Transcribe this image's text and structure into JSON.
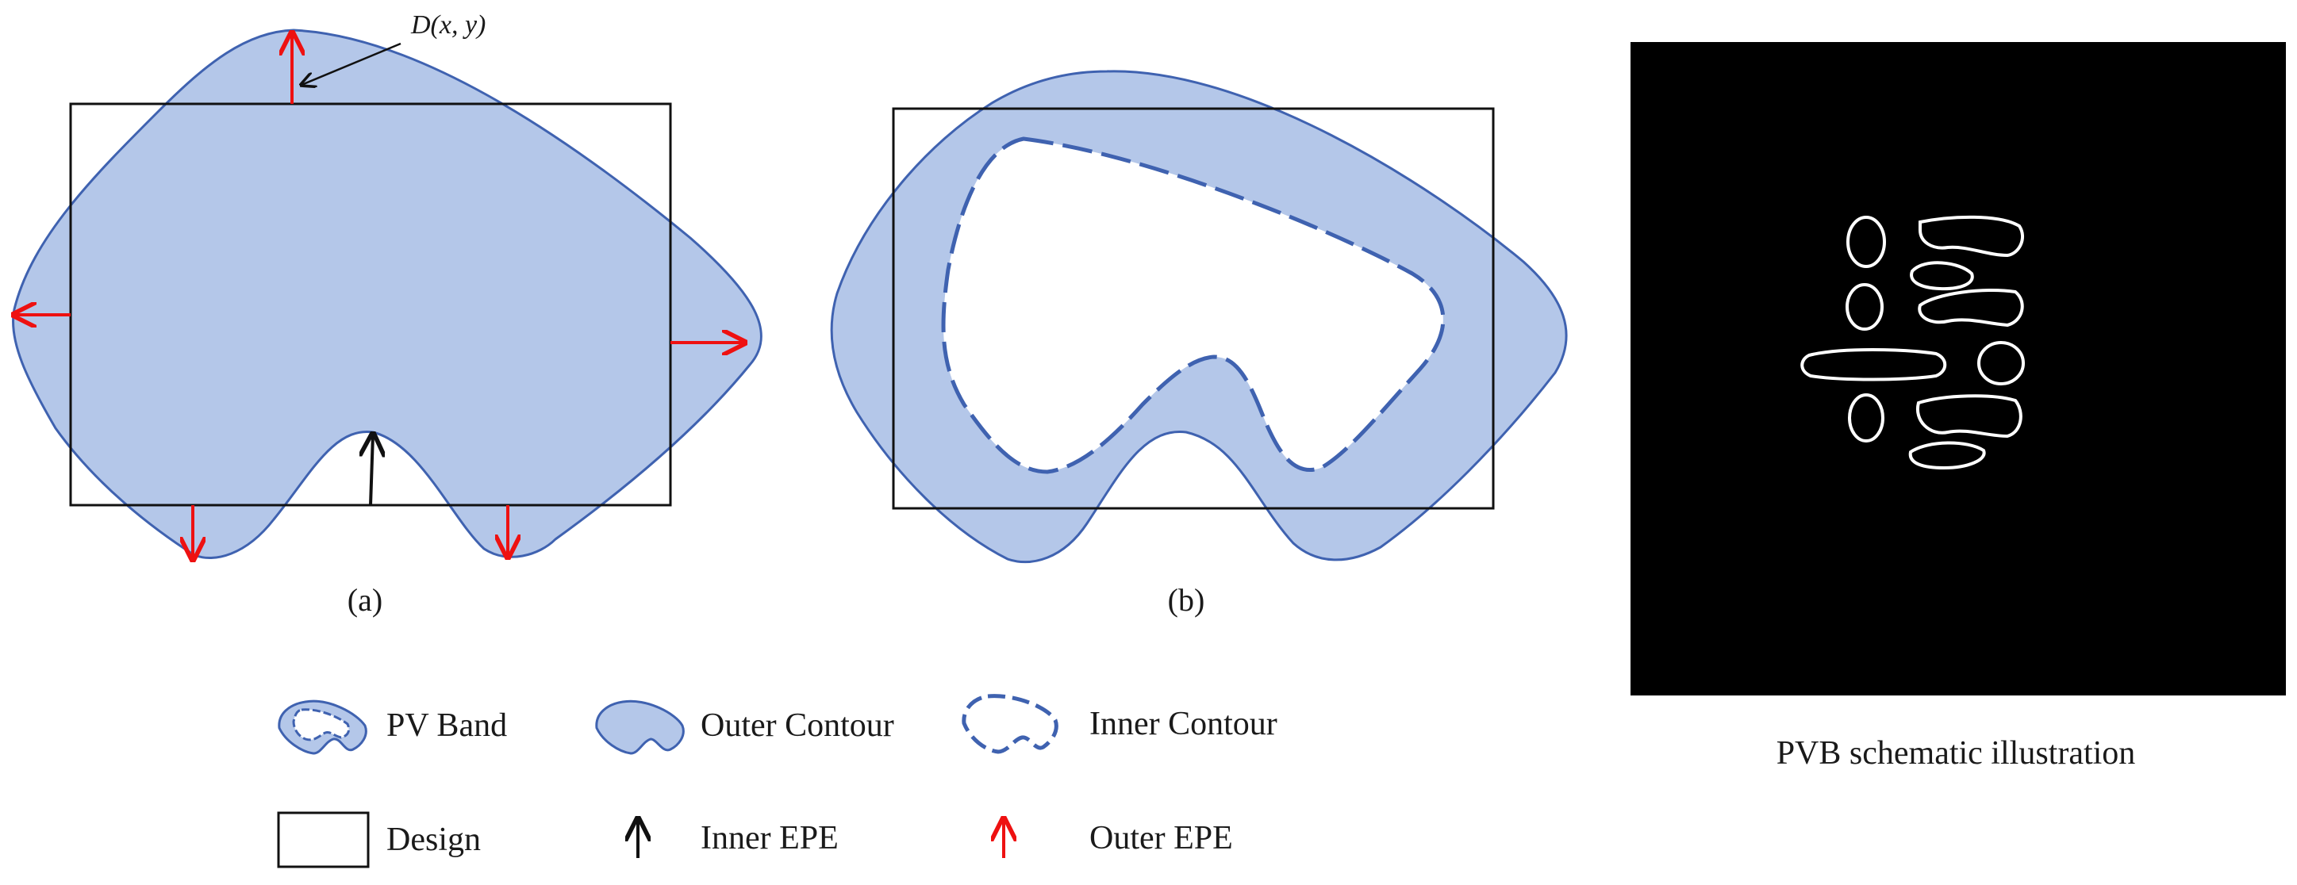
{
  "annotation": {
    "dxy": "D(x, y)"
  },
  "panels": {
    "a_label": "(a)",
    "b_label": "(b)"
  },
  "legend": {
    "pv_band": "PV Band",
    "outer_contour": "Outer Contour",
    "inner_contour": "Inner Contour",
    "design": "Design",
    "inner_epe": "Inner EPE",
    "outer_epe": "Outer EPE"
  },
  "caption": "PVB schematic illustration",
  "colors": {
    "fill": "#b4c7e9",
    "stroke": "#3f62b0",
    "epe_outer": "#ee1111",
    "epe_inner": "#111111",
    "design_stroke": "#111111",
    "image_bg": "#000000",
    "image_contour": "#ffffff"
  }
}
